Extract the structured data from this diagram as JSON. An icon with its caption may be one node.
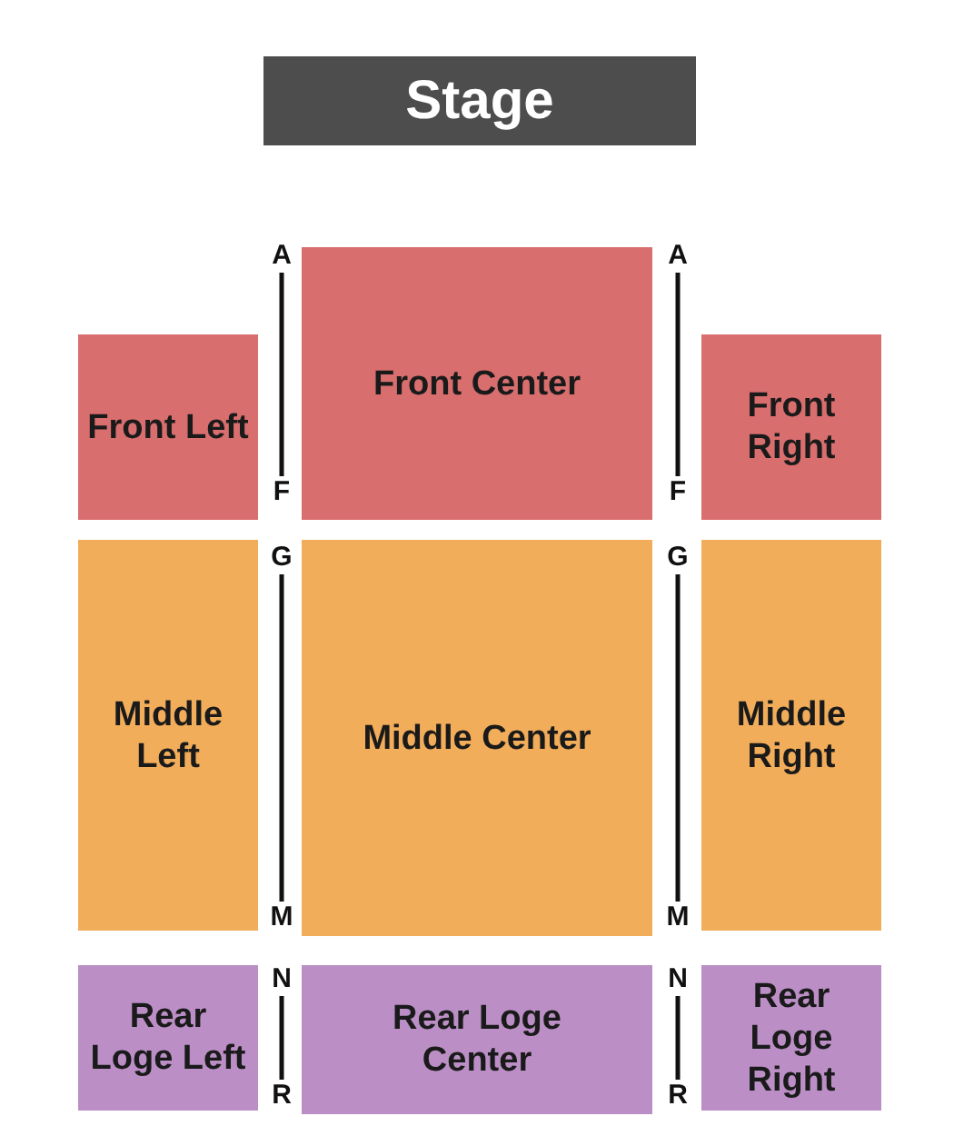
{
  "diagram": {
    "nodes": [
      {
        "text": [
          "Stage"
        ]
      },
      {
        "text": [
          "Front Left"
        ]
      },
      {
        "text": [
          "Front Center"
        ]
      },
      {
        "text": [
          "Front Right"
        ]
      },
      {
        "text": [
          "Middle Left"
        ]
      },
      {
        "text": [
          "Middle Center"
        ]
      },
      {
        "text": [
          "Middle Right"
        ]
      },
      {
        "text": [
          "Rear Loge Left"
        ]
      },
      {
        "text": [
          "Rear Loge Center"
        ]
      },
      {
        "text": [
          "Rear Loge Right"
        ]
      }
    ],
    "edges": [],
    "labels": [
      "A",
      "A",
      "F",
      "F",
      "G",
      "G",
      "M",
      "M",
      "N",
      "N",
      "R",
      "R"
    ]
  }
}
